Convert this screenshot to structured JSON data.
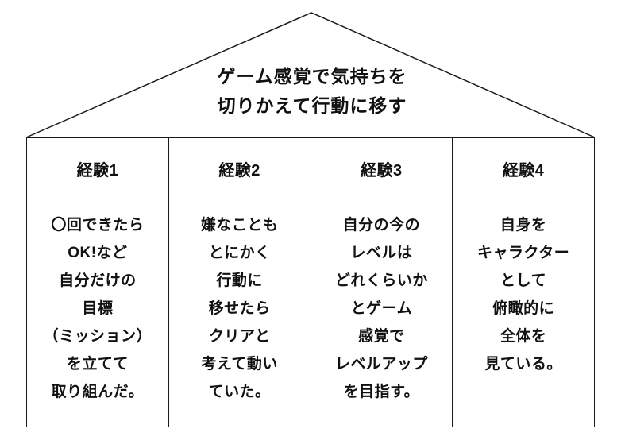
{
  "roof": {
    "title_line1": "ゲーム感覚で気持ちを",
    "title_line2": "切りかえて行動に移す"
  },
  "columns": [
    {
      "header": "経験1",
      "lines": [
        "〇回できたら",
        "OK!など",
        "自分だけの",
        "目標",
        "（ミッション）",
        "を立てて",
        "取り組んだ。"
      ]
    },
    {
      "header": "経験2",
      "lines": [
        "嫌なことも",
        "とにかく",
        "行動に",
        "移せたら",
        "クリアと",
        "考えて動い",
        "ていた。"
      ]
    },
    {
      "header": "経験3",
      "lines": [
        "自分の今の",
        "レベルは",
        "どれくらいか",
        "とゲーム",
        "感覚で",
        "レベルアップ",
        "を目指す。"
      ]
    },
    {
      "header": "経験4",
      "lines": [
        "自身を",
        "キャラクター",
        "として",
        "俯瞰的に",
        "全体を",
        "見ている。"
      ]
    }
  ],
  "colors": {
    "line": "#1a1a1a",
    "text": "#111111",
    "background": "#ffffff"
  }
}
